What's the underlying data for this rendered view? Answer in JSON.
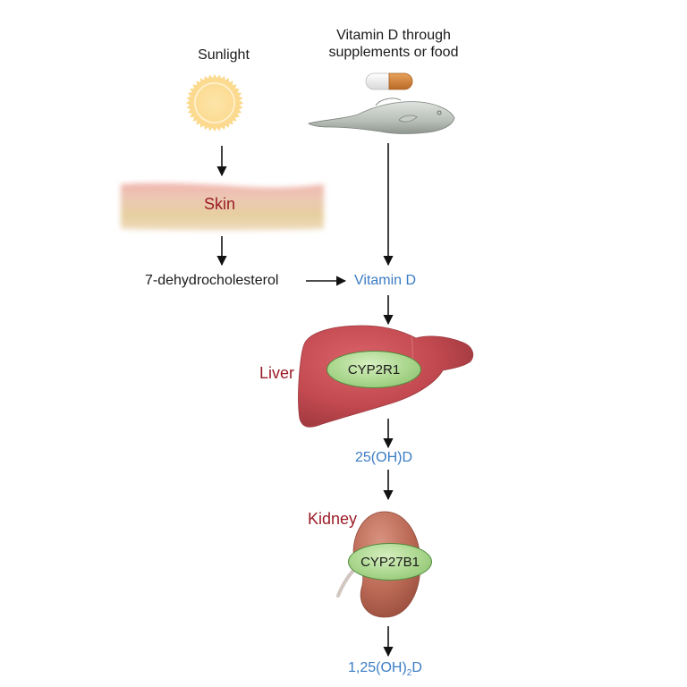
{
  "title": "Vitamin D metabolism pathway",
  "sources": {
    "sunlight_label": "Sunlight",
    "diet_label": "Vitamin D through supplements or food"
  },
  "skin": {
    "label": "Skin"
  },
  "precursor": {
    "label": "7-dehydrocholesterol"
  },
  "vitamin_d": {
    "label": "Vitamin D"
  },
  "liver": {
    "label": "Liver",
    "enzyme": "CYP2R1"
  },
  "metabolite_25": {
    "label": "25(OH)D"
  },
  "kidney": {
    "label": "Kidney",
    "enzyme": "CYP27B1"
  },
  "metabolite_final": {
    "prefix": "1,25(OH)",
    "subscript": "2",
    "suffix": "D"
  },
  "colors": {
    "metabolite_blue": "#3b7cc4",
    "organ_red": "#9b1c26",
    "enzyme_green": "#a9d68c",
    "sun_yellow": "#fbd98a",
    "liver_red": "#c24a4f",
    "kidney_brown": "#b8614f"
  }
}
